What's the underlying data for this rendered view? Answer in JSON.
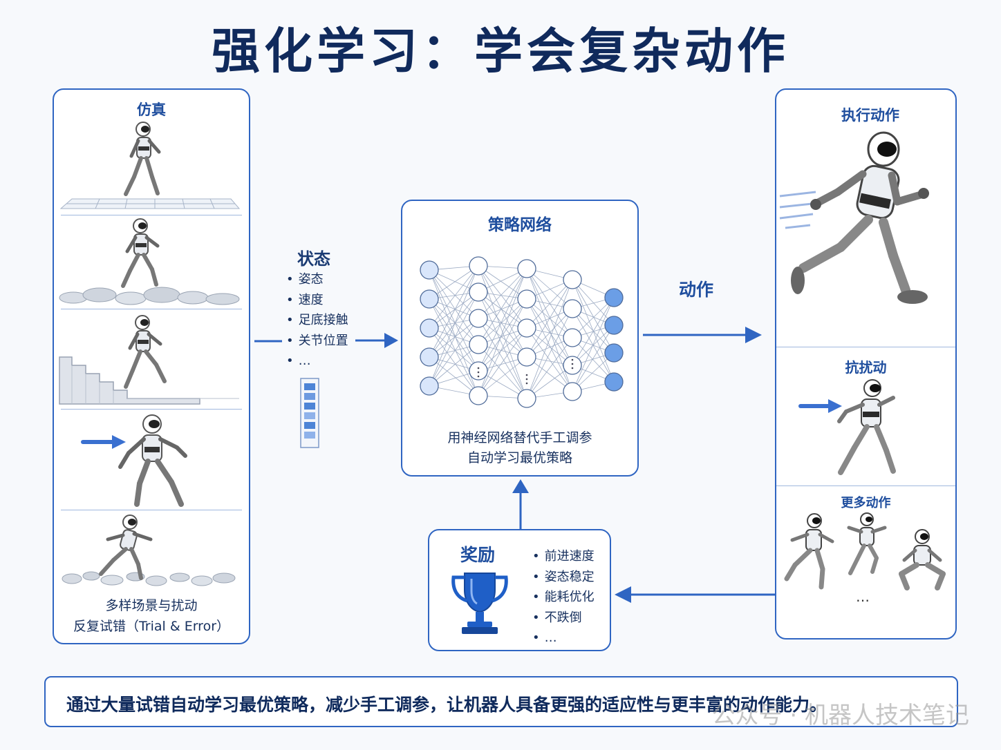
{
  "title": "强化学习：学会复杂动作",
  "simulation": {
    "title": "仿真",
    "caption_line1": "多样场景与扰动",
    "caption_line2": "反复试错（Trial & Error）"
  },
  "state": {
    "title": "状态",
    "items": [
      "姿态",
      "速度",
      "足底接触",
      "关节位置",
      "…"
    ]
  },
  "policy": {
    "title": "策略网络",
    "caption_line1": "用神经网络替代手工调参",
    "caption_line2": "自动学习最优策略"
  },
  "action_label": "动作",
  "execute": {
    "title": "执行动作",
    "disturbance_title": "抗扰动",
    "more_title": "更多动作",
    "more_ellipsis": "…"
  },
  "reward": {
    "title": "奖励",
    "items": [
      "前进速度",
      "姿态稳定",
      "能耗优化",
      "不跌倒",
      "…"
    ]
  },
  "bottom_text": "通过大量试错自动学习最优策略，减少手工调参，让机器人具备更强的适应性与更丰富的动作能力。",
  "watermark": "公众号 · 机器人技术笔记",
  "colors": {
    "accent": "#2f65c2",
    "title": "#102a5c",
    "node_input": "#d9e6fb",
    "node_output": "#6b9ee6"
  }
}
